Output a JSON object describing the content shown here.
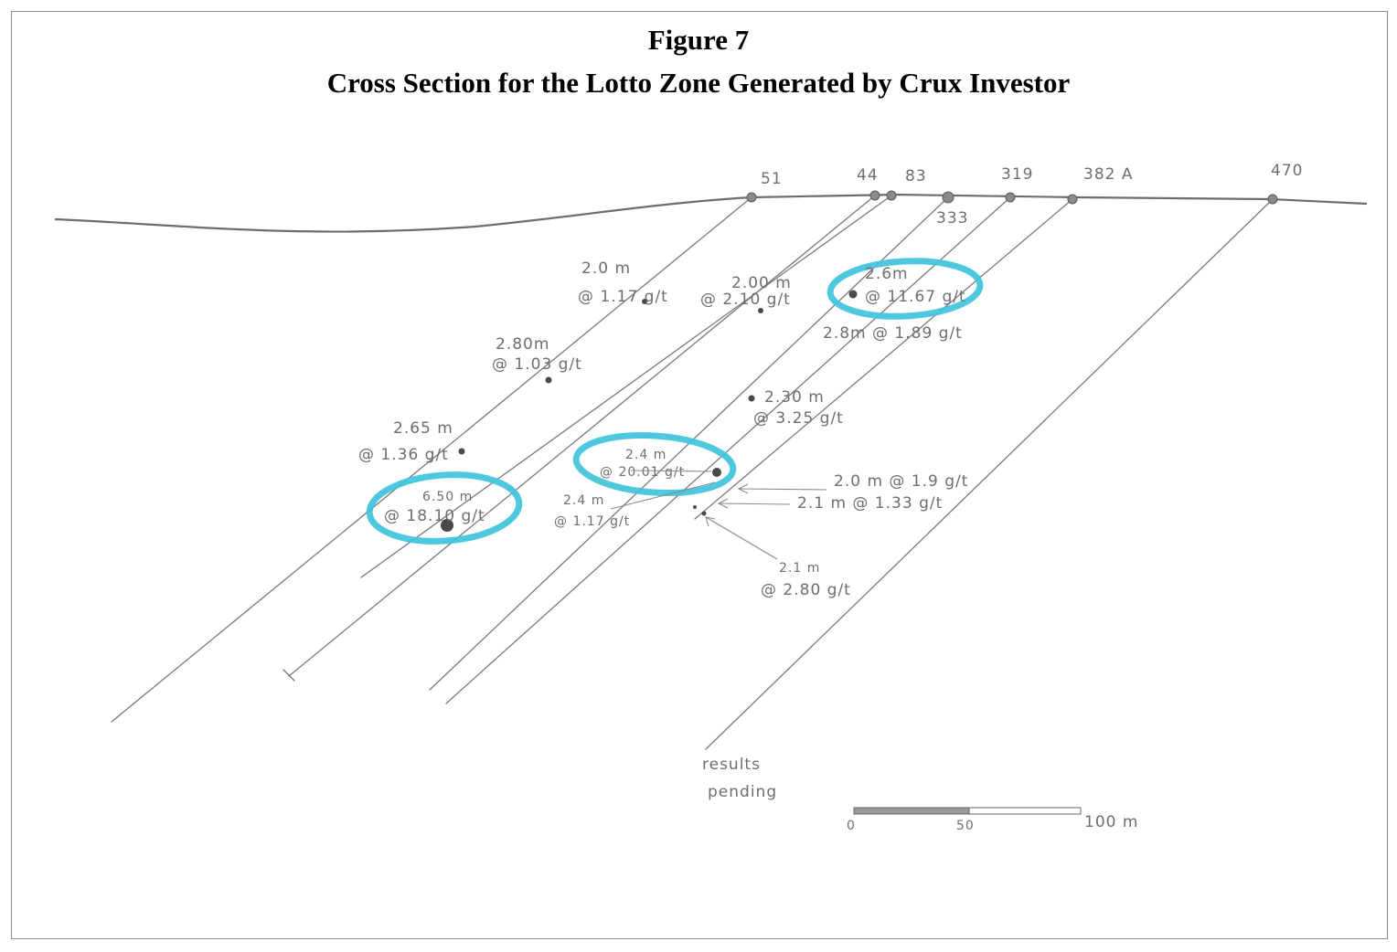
{
  "figure": {
    "number": "Figure 7",
    "title": "Cross Section for the Lotto Zone Generated by Crux Investor"
  },
  "holes": {
    "h51": "51",
    "h44": "44",
    "h83": "83",
    "h333": "333",
    "h319": "319",
    "h382a": "382 A",
    "h470": "470"
  },
  "intercepts": {
    "i1_len": "2.0 m",
    "i1_grade": "@ 1.17 g/t",
    "i2_len": "2.00 m",
    "i2_grade": "@ 2.10 g/t",
    "i3_len": "2.6m",
    "i3_grade": "@ 11.67 g/t",
    "i4": "2.8m @ 1.89 g/t",
    "i5_len": "2.80m",
    "i5_grade": "@ 1.03 g/t",
    "i6_len": "2.30 m",
    "i6_grade": "@ 3.25 g/t",
    "i7_len": "2.65 m",
    "i7_grade": "@ 1.36 g/t",
    "i8_len": "2.4 m",
    "i8_grade": "@ 20.01 g/t",
    "i9_len": "6.50 m",
    "i9_grade": "@ 18.10 g/t",
    "i10_len": "2.4 m",
    "i10_grade": "@ 1.17 g/t",
    "i11": "2.0 m @ 1.9 g/t",
    "i12": "2.1 m @ 1.33 g/t",
    "i13_len": "2.1 m",
    "i13_grade": "@ 2.80 g/t"
  },
  "notes": {
    "pending_1": "results",
    "pending_2": "pending"
  },
  "scale_bar": {
    "tick0": "0",
    "tick50": "50",
    "tick100": "100 m"
  },
  "colors": {
    "highlight": "#3fc3dc",
    "pencil": "#7a7a7a"
  }
}
